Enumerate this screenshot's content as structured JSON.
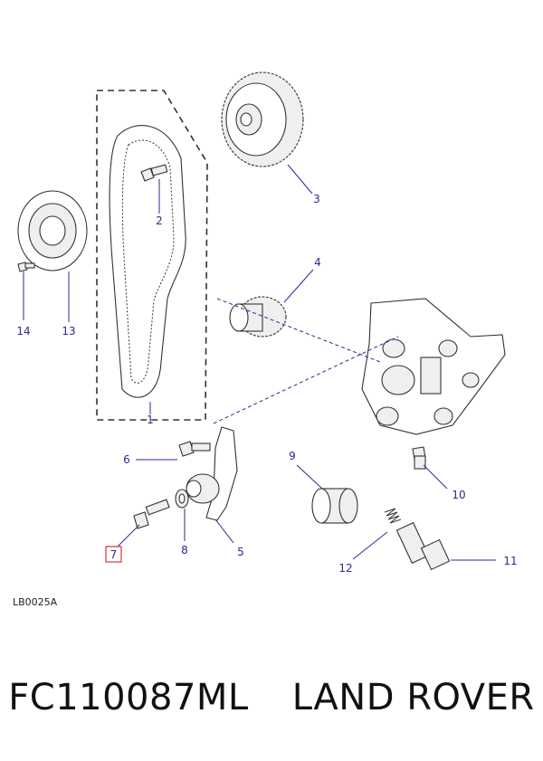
{
  "callouts": [
    {
      "id": "1",
      "label": "1"
    },
    {
      "id": "2",
      "label": "2"
    },
    {
      "id": "3",
      "label": "3"
    },
    {
      "id": "4",
      "label": "4"
    },
    {
      "id": "5",
      "label": "5"
    },
    {
      "id": "6",
      "label": "6"
    },
    {
      "id": "7",
      "label": "7",
      "highlighted": true
    },
    {
      "id": "8",
      "label": "8"
    },
    {
      "id": "9",
      "label": "9"
    },
    {
      "id": "10",
      "label": "10"
    },
    {
      "id": "11",
      "label": "11"
    },
    {
      "id": "12",
      "label": "12"
    },
    {
      "id": "13",
      "label": "13"
    },
    {
      "id": "14",
      "label": "14"
    }
  ],
  "reference_code": "LB0025A",
  "caption": {
    "part_number": "FC110087ML",
    "brand": "LAND ROVER"
  },
  "colors": {
    "callout_text": "#2b2b8f",
    "highlight_box": "#e0303a",
    "line_art": "#333333"
  }
}
